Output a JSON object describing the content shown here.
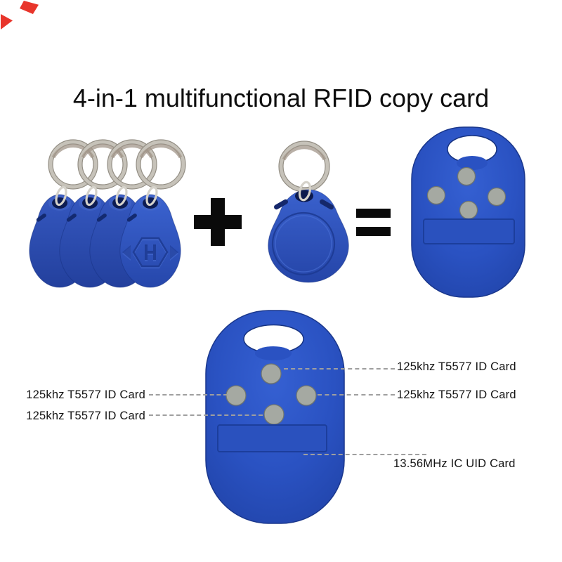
{
  "title": "4-in-1 multifunctional RFID copy card",
  "callouts": {
    "left": [
      {
        "text": "125khz T5577 ID Card"
      },
      {
        "text": "125khz T5577 ID Card"
      }
    ],
    "right": [
      {
        "text": "125khz T5577 ID Card"
      },
      {
        "text": "125khz T5577 ID Card"
      }
    ],
    "bottom": {
      "text": "13.56MHz IC UID Card"
    }
  },
  "icons": {
    "plus": "plus-operator",
    "equals": "equals-operator",
    "keyring": "metal-split-ring",
    "logo_fragment": "red-logo-fragment",
    "fob_emblem": "hexagon-h-arrows-emblem"
  },
  "colors": {
    "background": "#ffffff",
    "fob_blue": "#2b52bb",
    "fob_blue_light": "#3a63cf",
    "fob_blue_dark": "#1e3f9c",
    "button_gray": "#a5a9a2",
    "ring_silver": "#c8c4bb",
    "dash_gray": "#9f9f9f",
    "title_black": "#0d0d0d",
    "logo_red": "#e8352b"
  }
}
